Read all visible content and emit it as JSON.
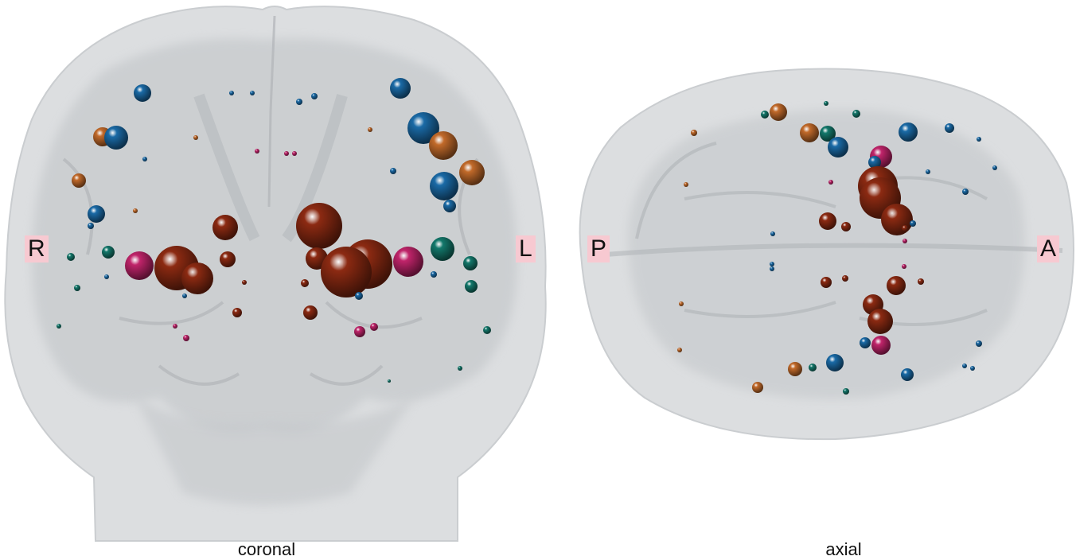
{
  "colors": {
    "blue": "#1a6aa6",
    "orange": "#c26a2a",
    "darkred": "#8c2a12",
    "magenta": "#c0246a",
    "teal": "#13786b",
    "brain": "#b4b8bc",
    "label_bg": "#f7c9d1"
  },
  "coronal": {
    "caption": "coronal",
    "left_label": "R",
    "right_label": "L"
  },
  "axial": {
    "caption": "axial",
    "left_label": "P",
    "right_label": "A"
  }
}
